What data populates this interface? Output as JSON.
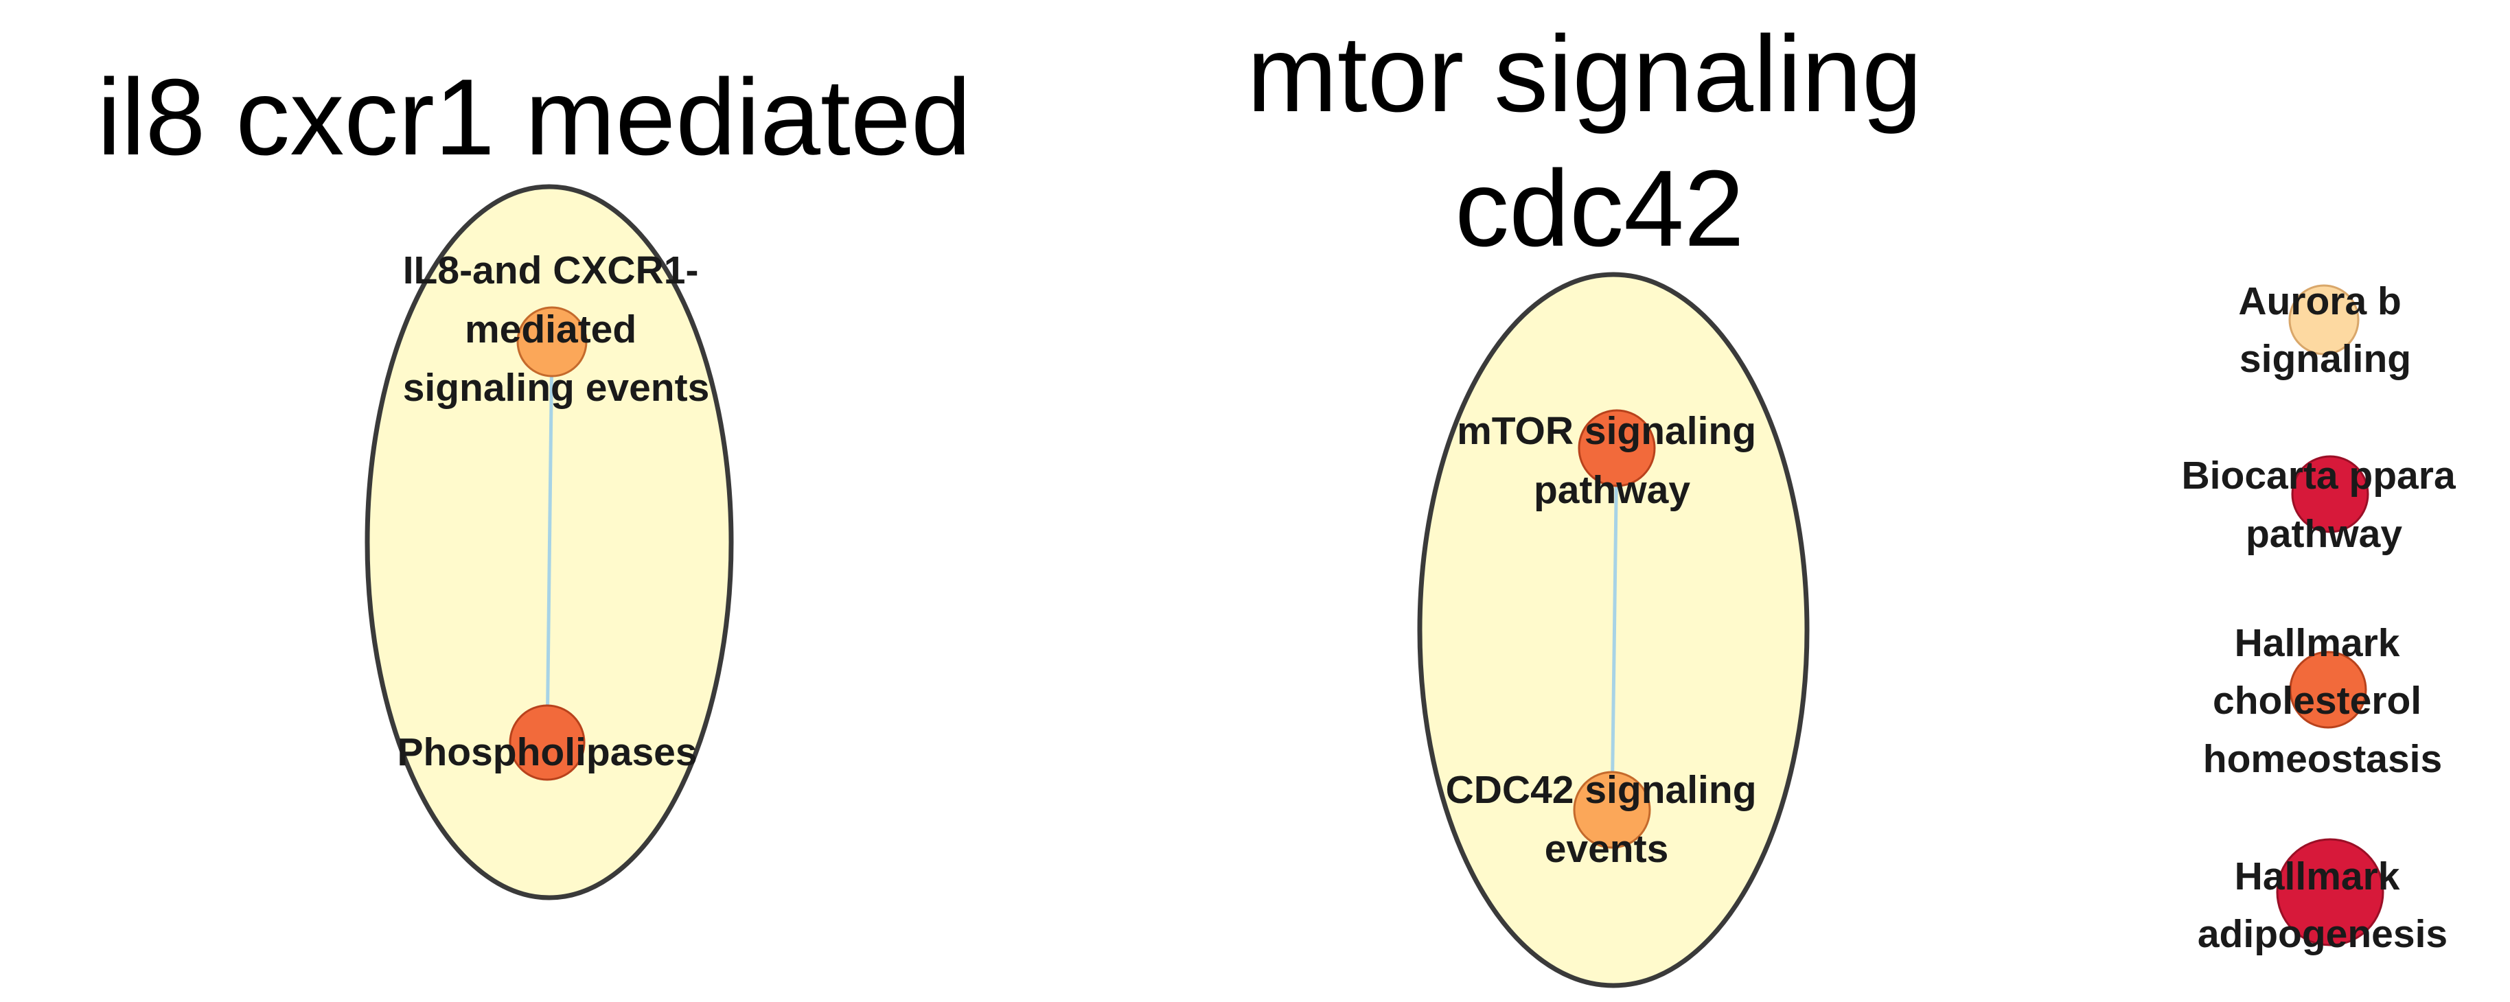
{
  "clusters": [
    {
      "id": "il8",
      "title": "il8 cxcr1 mediated",
      "fill": "#fffacc",
      "nodes": [
        {
          "id": "il8_node",
          "label": "IL8-and CXCR1-mediated signaling events",
          "color": "#fba759"
        },
        {
          "id": "phos_node",
          "label": "Phospholipases",
          "color": "#f26a3b"
        }
      ]
    },
    {
      "id": "mtor",
      "title": "mtor signaling cdc42",
      "fill": "#fffacc",
      "nodes": [
        {
          "id": "mtor_node",
          "label": "mTOR signaling pathway",
          "color": "#f26a3b"
        },
        {
          "id": "cdc42_node",
          "label": "CDC42 signaling events",
          "color": "#fba759"
        }
      ]
    }
  ],
  "singletons": [
    {
      "id": "aurora_node",
      "label": "Aurora b signaling",
      "color": "#fdd9a1"
    },
    {
      "id": "ppara_node",
      "label": "Biocarta ppara pathway",
      "color": "#d7193a"
    },
    {
      "id": "chol_node",
      "label": "Hallmark cholesterol homeostasis",
      "color": "#f26a3b"
    },
    {
      "id": "adipo_node",
      "label": "Hallmark adipogenesis",
      "color": "#d7193a"
    }
  ],
  "edge_color": "#a7d3e6",
  "outline_color": "#3a3a3a"
}
